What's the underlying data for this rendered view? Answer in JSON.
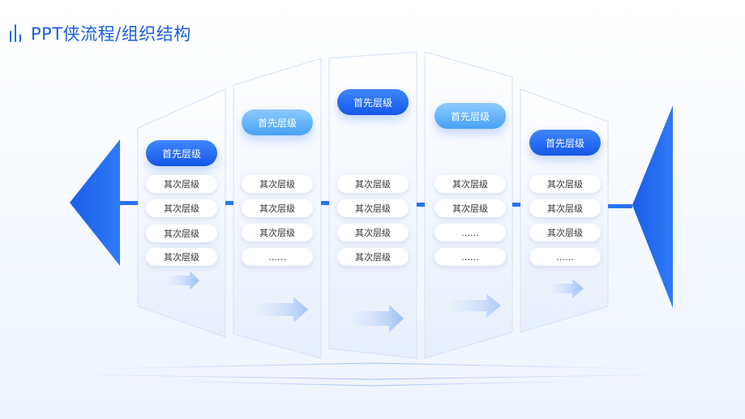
{
  "title": "PPT侠流程/组织结构",
  "colors": {
    "accent": "#1f6bf0",
    "header_dark": "#1f6bf0",
    "header_light": "#5fb2f8"
  },
  "columns": [
    {
      "header": "首先层级",
      "style": "dark",
      "items": [
        "其次层级",
        "其次层级",
        "其次层级",
        "其次层级"
      ]
    },
    {
      "header": "首先层级",
      "style": "light",
      "items": [
        "其次层级",
        "其次层级",
        "其次层级",
        "……"
      ]
    },
    {
      "header": "首先层级",
      "style": "dark",
      "items": [
        "其次层级",
        "其次层级",
        "其次层级",
        "其次层级"
      ]
    },
    {
      "header": "首先层级",
      "style": "light",
      "items": [
        "其次层级",
        "其次层级",
        "……",
        "……"
      ]
    },
    {
      "header": "首先层级",
      "style": "dark",
      "items": [
        "其次层级",
        "其次层级",
        "其次层级",
        "……"
      ]
    }
  ]
}
